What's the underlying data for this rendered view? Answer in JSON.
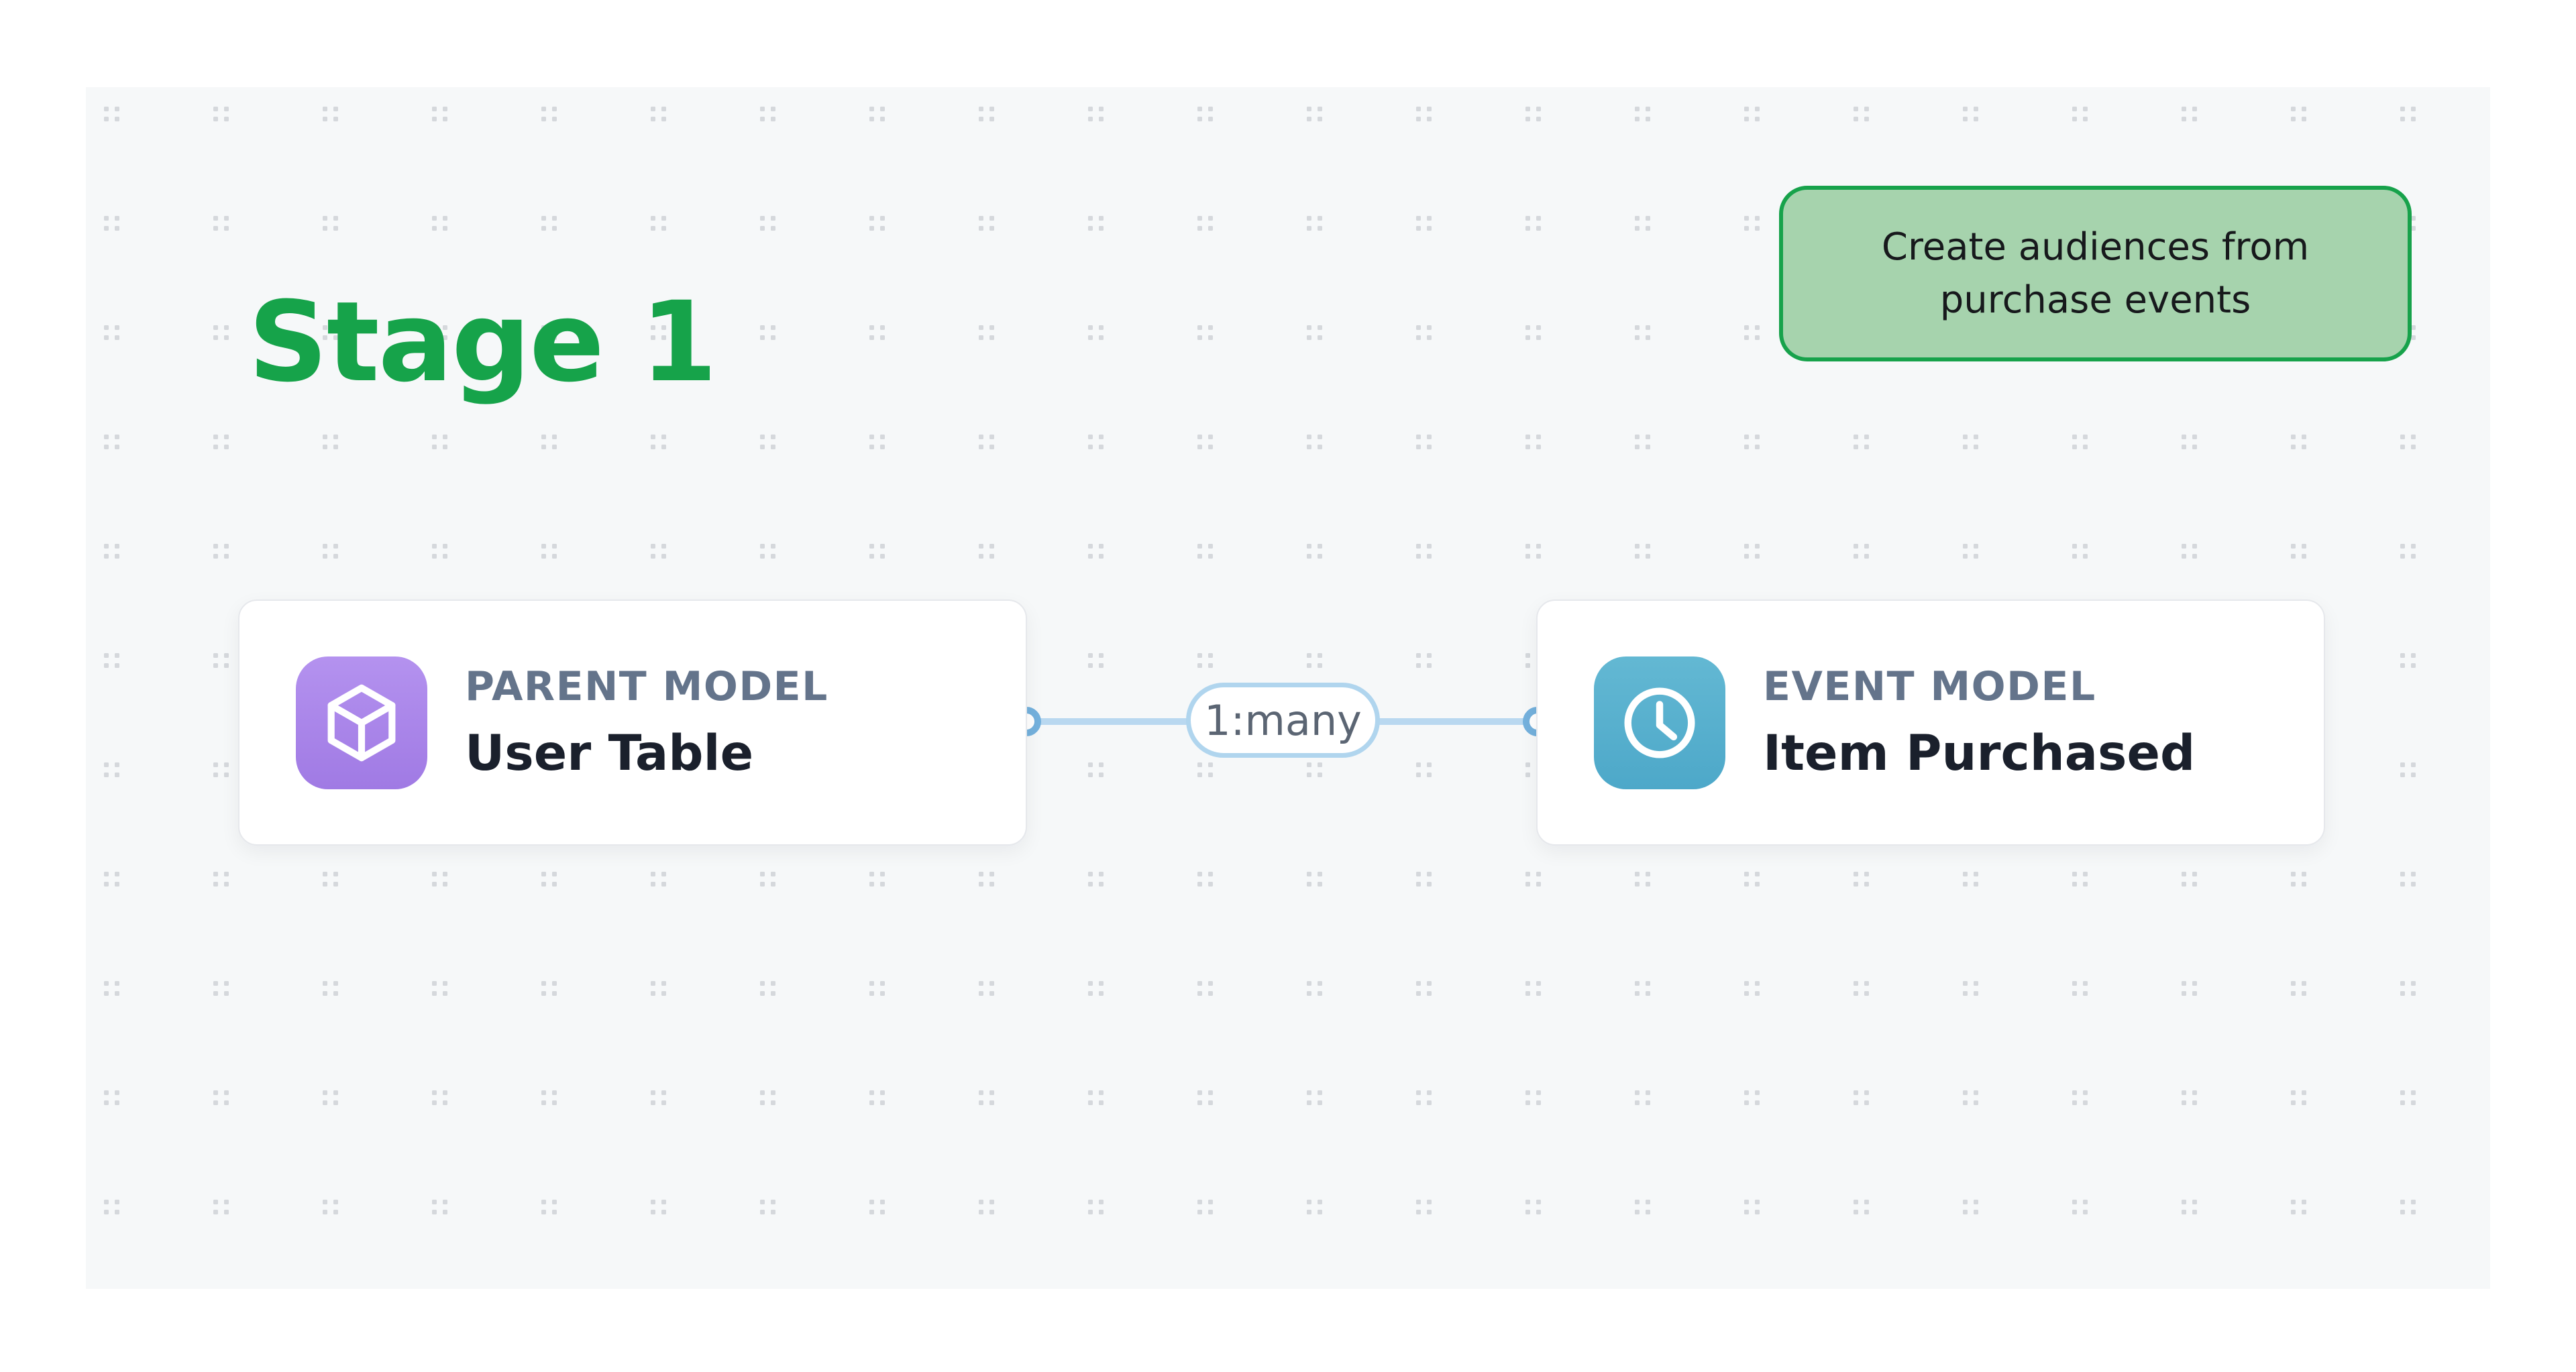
{
  "canvas": {
    "title": "Stage 1",
    "note": "Create audiences from\npurchase events"
  },
  "nodes": [
    {
      "id": "parent-model",
      "label": "PARENT MODEL",
      "name": "User Table",
      "icon": "cube-icon",
      "accent": "#a786e8"
    },
    {
      "id": "event-model",
      "label": "EVENT MODEL",
      "name": "Item Purchased",
      "icon": "clock-icon",
      "accent": "#58b0cd"
    }
  ],
  "edge": {
    "label": "1:many"
  },
  "colors": {
    "accent_green": "#16a34a",
    "note_fill": "#a6d3ad",
    "note_border": "#17a24b",
    "canvas_bg": "#f6f8f9",
    "dot": "#d5d8dc",
    "parent_icon": "#a786e8",
    "event_icon": "#58b0cd",
    "edge_blue": "#b9d8f0",
    "port_blue": "#74b1dd",
    "pill_border": "#b0d5ee",
    "pill_text": "#5b6573",
    "label_slate": "#64748b",
    "name_dark": "#1a202c",
    "card_bg": "#ffffff",
    "card_border": "#e6e8ec"
  }
}
